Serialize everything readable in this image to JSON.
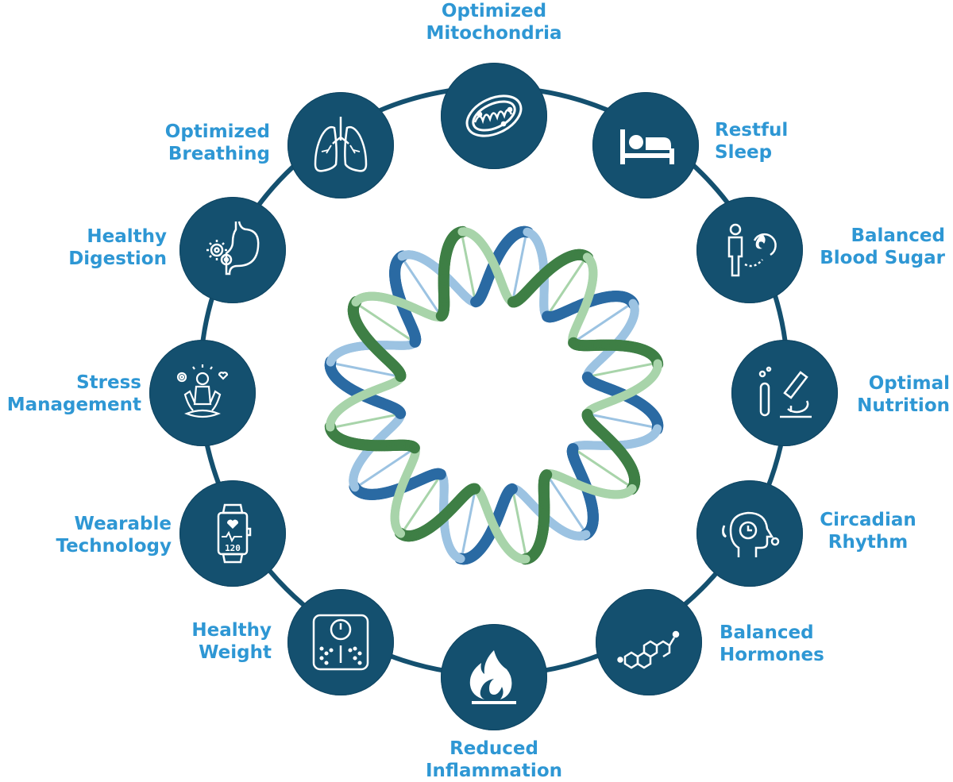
{
  "colors": {
    "node_fill": "#14506f",
    "ring": "#14506f",
    "label": "#2e97d4",
    "helix_blue": "#2a6aa3",
    "helix_green": "#3e7f45",
    "helix_light_green": "#a8d4aa",
    "helix_light_blue": "#9cc3e2"
  },
  "nodes": [
    {
      "id": "mitochondria",
      "icon": "mitochondria-icon",
      "line1": "Optimized",
      "line2": "Mitochondria"
    },
    {
      "id": "sleep",
      "icon": "bed-icon",
      "line1": "Restful",
      "line2": "Sleep"
    },
    {
      "id": "blood-sugar",
      "icon": "blood-sugar-icon",
      "line1": "Balanced",
      "line2": "Blood Sugar"
    },
    {
      "id": "nutrition",
      "icon": "microscope-icon",
      "line1": "Optimal",
      "line2": "Nutrition"
    },
    {
      "id": "circadian",
      "icon": "circadian-head-icon",
      "line1": "Circadian",
      "line2": "Rhythm"
    },
    {
      "id": "hormones",
      "icon": "steroid-molecule-icon",
      "line1": "Balanced",
      "line2": "Hormones"
    },
    {
      "id": "inflammation",
      "icon": "flame-icon",
      "line1": "Reduced",
      "line2": "Inflammation"
    },
    {
      "id": "weight",
      "icon": "scale-icon",
      "line1": "Healthy",
      "line2": "Weight"
    },
    {
      "id": "wearable",
      "icon": "smartwatch-icon",
      "line1": "Wearable",
      "line2": "Technology"
    },
    {
      "id": "stress",
      "icon": "meditation-icon",
      "line1": "Stress",
      "line2": "Management"
    },
    {
      "id": "digestion",
      "icon": "stomach-gears-icon",
      "line1": "Healthy",
      "line2": "Digestion"
    },
    {
      "id": "breathing",
      "icon": "lungs-icon",
      "line1": "Optimized",
      "line2": "Breathing"
    }
  ],
  "watch_readout": "120"
}
